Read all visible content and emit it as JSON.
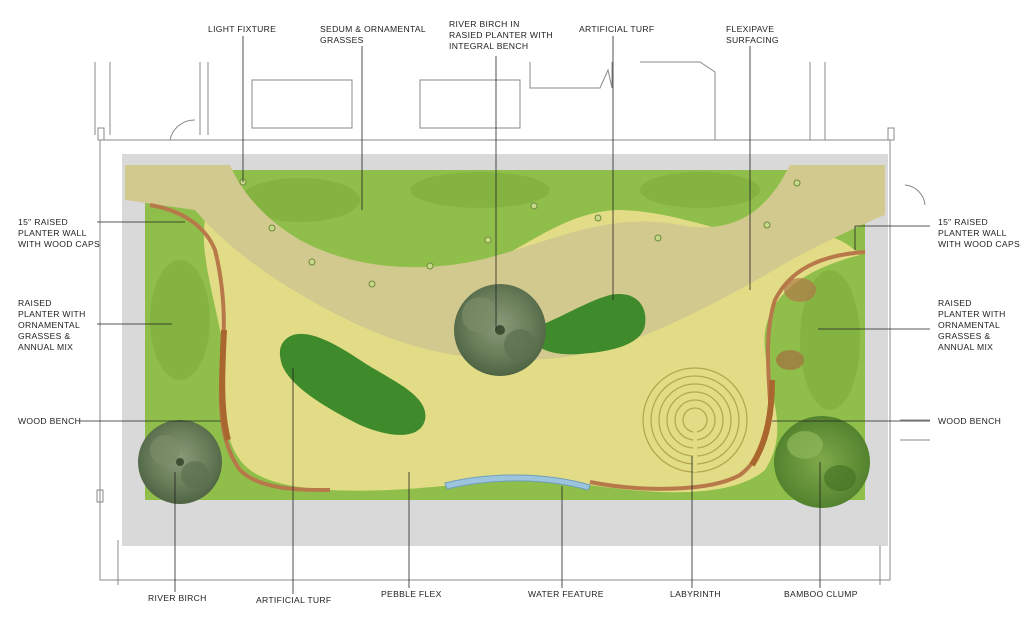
{
  "labels": {
    "light_fixture": "LIGHT FIXTURE",
    "sedum_line1": "SEDUM & ORNAMENTAL",
    "sedum_line2": "GRASSES",
    "river_birch_planter_line1": "RIVER BIRCH IN",
    "river_birch_planter_line2": "RASIED PLANTER WITH",
    "river_birch_planter_line3": "INTEGRAL BENCH",
    "artificial_turf_top": "ARTIFICIAL TURF",
    "flexipave_line1": "FLEXIPAVE",
    "flexipave_line2": "SURFACING",
    "raised_wall_left_line1": "15\" RAISED",
    "raised_wall_left_line2": "PLANTER WALL",
    "raised_wall_left_line3": "WITH WOOD CAPS",
    "raised_planter_left_line1": "RAISED",
    "raised_planter_left_line2": "PLANTER WITH",
    "raised_planter_left_line3": "ORNAMENTAL",
    "raised_planter_left_line4": "GRASSES &",
    "raised_planter_left_line5": "ANNUAL MIX",
    "wood_bench_left": "WOOD BENCH",
    "raised_wall_right_line1": "15\" RAISED",
    "raised_wall_right_line2": "PLANTER WALL",
    "raised_wall_right_line3": "WITH WOOD CAPS",
    "raised_planter_right_line1": "RAISED",
    "raised_planter_right_line2": "PLANTER WITH",
    "raised_planter_right_line3": "ORNAMENTAL",
    "raised_planter_right_line4": "GRASSES &",
    "raised_planter_right_line5": "ANNUAL MIX",
    "wood_bench_right": "WOOD BENCH",
    "river_birch": "RIVER BIRCH",
    "artificial_turf_bottom": "ARTIFICIAL TURF",
    "pebble_flex": "PEBBLE FLEX",
    "water_feature": "WATER FEATURE",
    "labyrinth": "LABYRINTH",
    "bamboo_clump": "BAMBOO CLUMP"
  },
  "colors": {
    "grass": "#8fbf4a",
    "grass_dark": "#6f9e34",
    "pebble": "#e3dc86",
    "path": "#d2c98f",
    "turf": "#3f8a2a",
    "wall": "#b8794a",
    "paving": "#d9d9d9",
    "water": "#9cc4dc"
  }
}
